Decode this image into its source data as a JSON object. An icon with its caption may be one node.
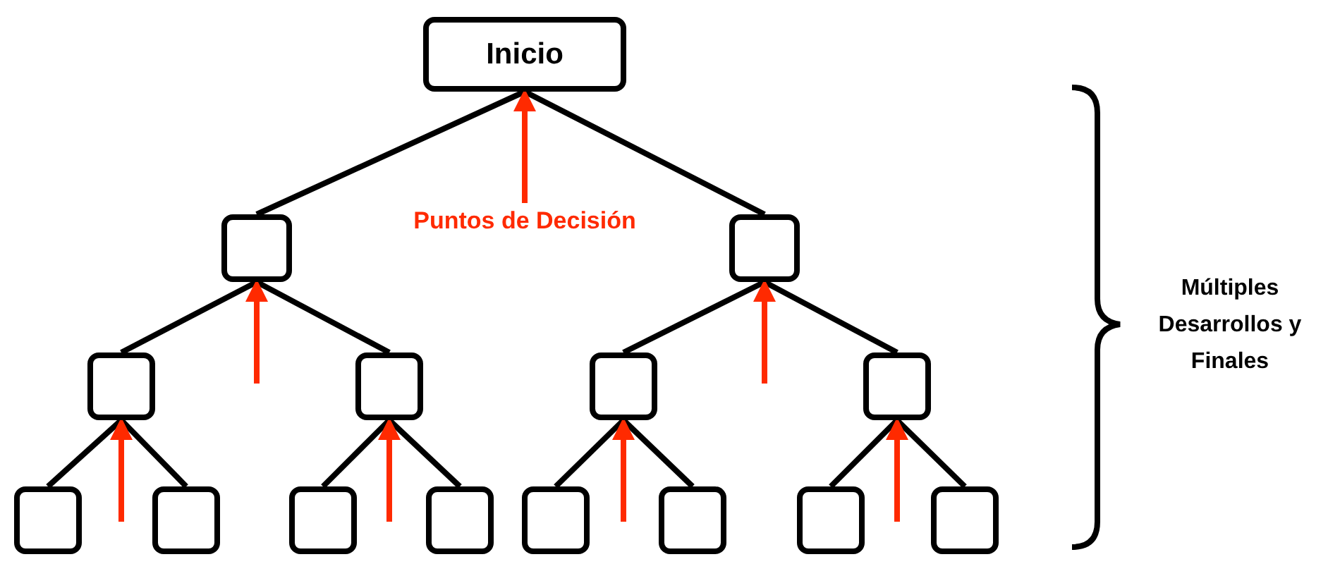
{
  "diagram": {
    "nodes": [
      {
        "text": [
          "Inicio"
        ]
      },
      {
        "text": [
          "Puntos de Decisión"
        ]
      },
      {
        "text": [],
        "shape": "box"
      },
      {
        "text": [],
        "shape": "box"
      },
      {
        "text": [],
        "shape": "box"
      },
      {
        "text": [],
        "shape": "box"
      },
      {
        "text": [],
        "shape": "box"
      },
      {
        "text": [],
        "shape": "box"
      },
      {
        "text": [],
        "shape": "box"
      },
      {
        "text": [],
        "shape": "box"
      },
      {
        "text": [],
        "shape": "box"
      },
      {
        "text": [],
        "shape": "box"
      },
      {
        "text": [],
        "shape": "box"
      },
      {
        "text": [],
        "shape": "box"
      },
      {
        "text": [],
        "shape": "box"
      },
      {
        "text": [],
        "shape": "box"
      }
    ],
    "edges": [
      {
        "from": 0,
        "to": 2,
        "arrow": "none"
      },
      {
        "from": 0,
        "to": 3,
        "arrow": "none"
      },
      {
        "from": 2,
        "to": 4,
        "arrow": "none"
      },
      {
        "from": 2,
        "to": 5,
        "arrow": "none"
      },
      {
        "from": 3,
        "to": 6,
        "arrow": "none"
      },
      {
        "from": 3,
        "to": 7,
        "arrow": "none"
      },
      {
        "from": 4,
        "to": 8,
        "arrow": "none"
      },
      {
        "from": 4,
        "to": 9,
        "arrow": "none"
      },
      {
        "from": 5,
        "to": 10,
        "arrow": "none"
      },
      {
        "from": 5,
        "to": 11,
        "arrow": "none"
      },
      {
        "from": 6,
        "to": 12,
        "arrow": "none"
      },
      {
        "from": 6,
        "to": 13,
        "arrow": "none"
      },
      {
        "from": 7,
        "to": 14,
        "arrow": "none"
      },
      {
        "from": 7,
        "to": 15,
        "arrow": "none"
      },
      {
        "from": 1,
        "to": 0,
        "arrow": "to",
        "color": "#ff2a00"
      },
      {
        "from": null,
        "to": 2,
        "arrow": "to",
        "color": "#ff2a00"
      },
      {
        "from": null,
        "to": 3,
        "arrow": "to",
        "color": "#ff2a00"
      },
      {
        "from": null,
        "to": 4,
        "arrow": "to",
        "color": "#ff2a00"
      },
      {
        "from": null,
        "to": 5,
        "arrow": "to",
        "color": "#ff2a00"
      },
      {
        "from": null,
        "to": 6,
        "arrow": "to",
        "color": "#ff2a00"
      },
      {
        "from": null,
        "to": 7,
        "arrow": "to",
        "color": "#ff2a00"
      }
    ],
    "labels": [
      "Múltiples Desarrollos y Finales"
    ]
  }
}
